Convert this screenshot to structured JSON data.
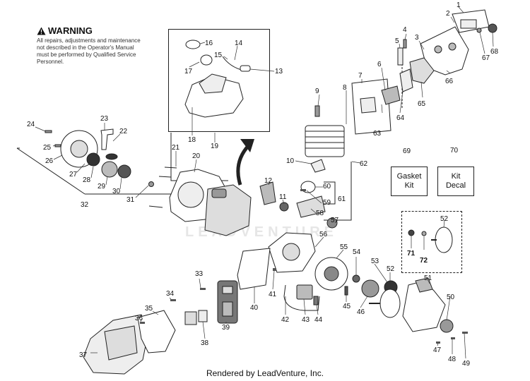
{
  "warning": {
    "title": "WARNING",
    "body": "All repairs, adjustments and maintenance not described in the Operator's Manual must be performed by Qualified Service Personnel."
  },
  "watermark": "LEADVENTURE",
  "footer": "Rendered by LeadVenture, Inc.",
  "kits": {
    "gasket": "Gasket Kit",
    "decal": "Kit Decal"
  },
  "callouts": [
    "1",
    "2",
    "3",
    "4",
    "5",
    "6",
    "7",
    "8",
    "9",
    "10",
    "11",
    "12",
    "13",
    "14",
    "15",
    "16",
    "17",
    "18",
    "19",
    "20",
    "21",
    "22",
    "23",
    "24",
    "25",
    "26",
    "27",
    "28",
    "29",
    "30",
    "31",
    "32",
    "33",
    "34",
    "35",
    "36",
    "37",
    "38",
    "39",
    "40",
    "41",
    "42",
    "43",
    "44",
    "45",
    "46",
    "47",
    "48",
    "49",
    "50",
    "51",
    "52",
    "52",
    "53",
    "54",
    "55",
    "56",
    "57",
    "58",
    "59",
    "60",
    "61",
    "62",
    "63",
    "64",
    "65",
    "66",
    "67",
    "68",
    "69",
    "70",
    "71",
    "72"
  ]
}
